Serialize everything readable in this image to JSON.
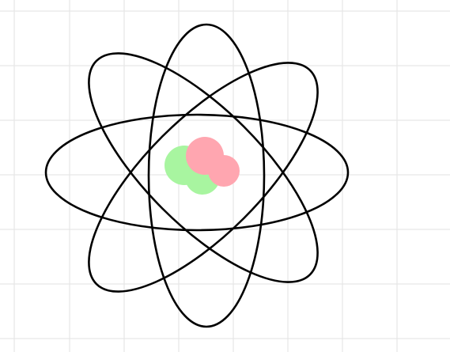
{
  "colors": {
    "background": "#ffffff",
    "grid": "#e6e6e6",
    "orbit_stroke": "#000000",
    "proton": "#ffa6b0",
    "neutron": "#a8f5a0"
  },
  "diagram": {
    "subject": "atom-icon",
    "orbit_count": 4,
    "nucleus_particles": [
      {
        "kind": "neutron",
        "color": "#a8f5a0"
      },
      {
        "kind": "neutron",
        "color": "#a8f5a0"
      },
      {
        "kind": "proton",
        "color": "#ffa6b0"
      },
      {
        "kind": "proton",
        "color": "#ffa6b0"
      }
    ]
  }
}
